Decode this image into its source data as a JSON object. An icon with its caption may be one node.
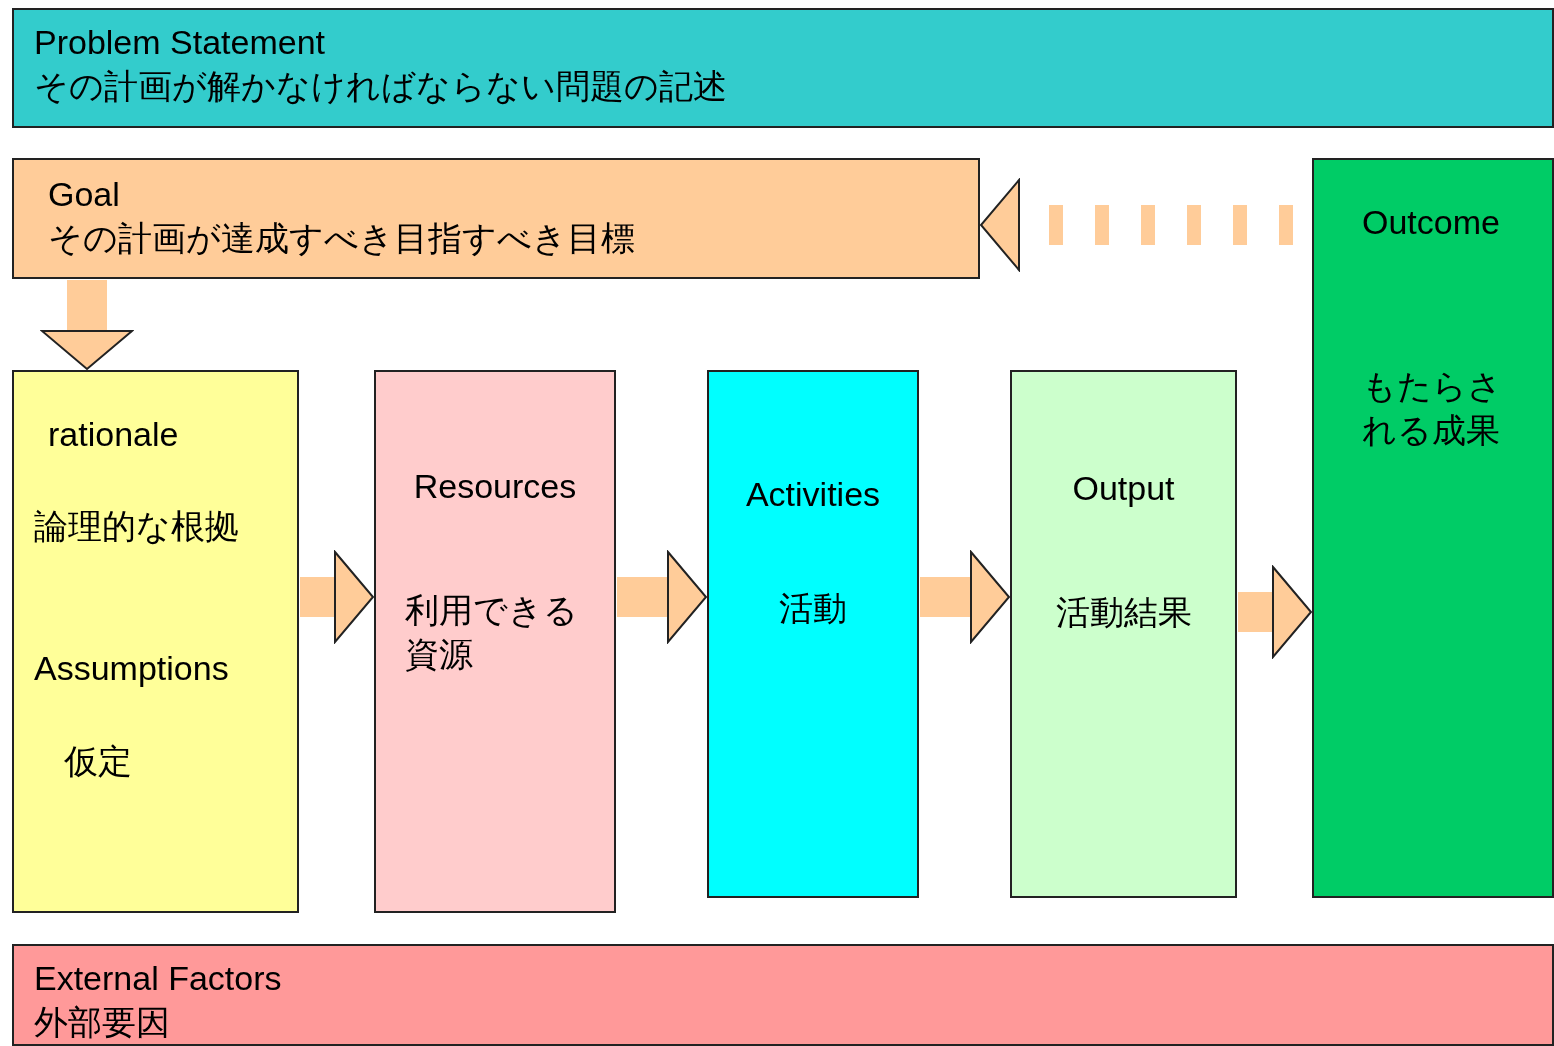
{
  "diagram": {
    "nodes": [
      {
        "text": [
          "Problem Statement",
          "その計画が解かなければならない問題の記述"
        ]
      },
      {
        "text": [
          "Goal",
          "その計画が達成すべき目指すべき目標"
        ]
      },
      {
        "text": [
          "Outcome",
          "もたらされる成果"
        ]
      },
      {
        "text": [
          "rationale",
          "論理的な根拠",
          "Assumptions",
          "仮定"
        ]
      },
      {
        "text": [
          "Resources",
          "利用できる資源"
        ]
      },
      {
        "text": [
          "Activities",
          "活動"
        ]
      },
      {
        "text": [
          "Output",
          "活動結果"
        ]
      },
      {
        "text": [
          "External Factors",
          "外部要因"
        ]
      }
    ],
    "edges": [
      {
        "from": 1,
        "to": 3,
        "arrow": "to"
      },
      {
        "from": 3,
        "to": 4,
        "arrow": "to"
      },
      {
        "from": 4,
        "to": 5,
        "arrow": "to"
      },
      {
        "from": 5,
        "to": 6,
        "arrow": "to"
      },
      {
        "from": 6,
        "to": 2,
        "arrow": "to"
      },
      {
        "from": 2,
        "to": 1,
        "arrow": "to",
        "style": "dashed"
      }
    ]
  }
}
